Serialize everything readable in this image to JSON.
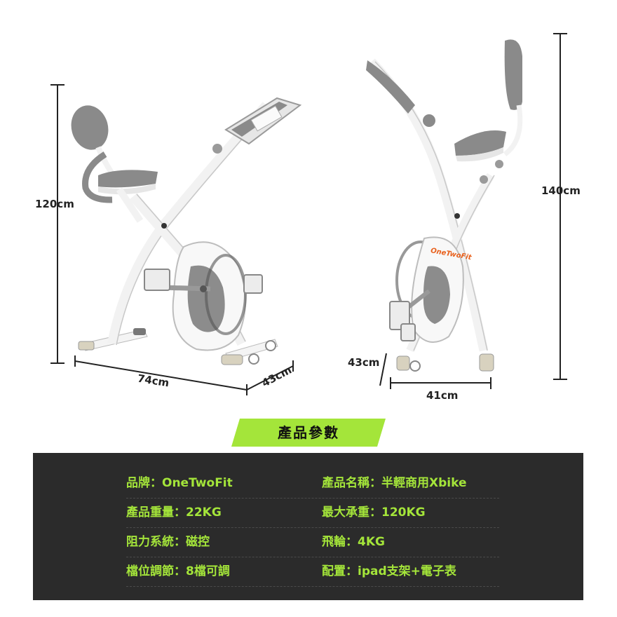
{
  "dimensions": {
    "left_height": "120cm",
    "left_length": "74cm",
    "left_width": "43cm",
    "right_height": "140cm",
    "right_depth": "43cm",
    "right_width": "41cm"
  },
  "brand_logo_text": "OneTwoFit",
  "section_title": "產品參數",
  "specs": {
    "brand": "品牌：OneTwoFit",
    "product_name": "產品名稱：半輕商用Xbike",
    "weight": "產品重量：22KG",
    "max_load": "最大承重：120KG",
    "resistance": "阻力系統：磁控",
    "flywheel": "飛輪：4KG",
    "levels": "檔位調節：8檔可調",
    "config": "配置：ipad支架+電子表"
  },
  "colors": {
    "accent": "#a4e53a",
    "panel": "#2b2b2b",
    "frame": "#f2f2f2",
    "pad": "#8a8a8a",
    "logo": "#e8601c"
  }
}
